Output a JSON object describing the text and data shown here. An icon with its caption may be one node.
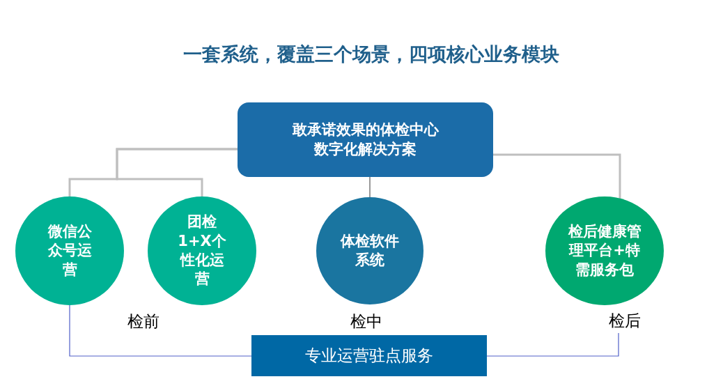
{
  "diagram": {
    "title": "一套系统，覆盖三个场景，四项核心业务模块",
    "nodes": [
      {
        "text": [
          "敢承诺效果的体检中心数字化解决方案"
        ]
      },
      {
        "text": [
          "微信公众号运营"
        ]
      },
      {
        "text": [
          "团检1+X个性化运营"
        ]
      },
      {
        "text": [
          "体检软件系统"
        ]
      },
      {
        "text": [
          "检后健康管理平台+特需服务包"
        ]
      },
      {
        "text": [
          "专业运营驻点服务"
        ]
      },
      {
        "text": [
          "检后"
        ]
      }
    ],
    "edges": [
      {
        "from": 0,
        "to": 1,
        "arrow": "none",
        "style": "thick",
        "color": "#bfbfbf"
      },
      {
        "from": 0,
        "to": 2,
        "arrow": "none",
        "style": "thick",
        "color": "#bfbfbf"
      },
      {
        "from": 0,
        "to": 3,
        "arrow": "none",
        "color": "#555555"
      },
      {
        "from": 0,
        "to": 4,
        "arrow": "none",
        "style": "thick",
        "color": "#bfbfbf"
      },
      {
        "from": 5,
        "to": 1,
        "arrow": "none",
        "color": "#5060c8"
      },
      {
        "from": 5,
        "to": 6,
        "arrow": "none",
        "color": "#5060c8"
      }
    ],
    "labels": [
      "检前",
      "检中"
    ]
  }
}
